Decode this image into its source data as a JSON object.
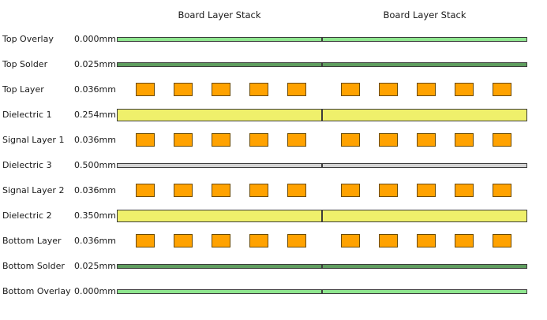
{
  "panels": [
    {
      "title": "Board Layer Stack"
    },
    {
      "title": "Board Layer Stack"
    }
  ],
  "layers": [
    {
      "name": "Top Overlay",
      "thickness": "0.000mm",
      "kind": "overlay",
      "color": "#8fe68f"
    },
    {
      "name": "Top Solder",
      "thickness": "0.025mm",
      "kind": "solder",
      "color": "#5f9e5f"
    },
    {
      "name": "Top Layer",
      "thickness": "0.036mm",
      "kind": "signal",
      "color": "#ffa200"
    },
    {
      "name": "Dielectric 1",
      "thickness": "0.254mm",
      "kind": "dielectric",
      "color": "#eff06b"
    },
    {
      "name": "Signal Layer 1",
      "thickness": "0.036mm",
      "kind": "signal",
      "color": "#ffa200"
    },
    {
      "name": "Dielectric 3",
      "thickness": "0.500mm",
      "kind": "core",
      "color": "#d3d3d3"
    },
    {
      "name": "Signal Layer 2",
      "thickness": "0.036mm",
      "kind": "signal",
      "color": "#ffa200"
    },
    {
      "name": "Dielectric 2",
      "thickness": "0.350mm",
      "kind": "dielectric",
      "color": "#eff06b"
    },
    {
      "name": "Bottom Layer",
      "thickness": "0.036mm",
      "kind": "signal",
      "color": "#ffa200"
    },
    {
      "name": "Bottom Solder",
      "thickness": "0.025mm",
      "kind": "solder",
      "color": "#5f9e5f"
    },
    {
      "name": "Bottom Overlay",
      "thickness": "0.000mm",
      "kind": "overlay",
      "color": "#8fe68f"
    }
  ]
}
